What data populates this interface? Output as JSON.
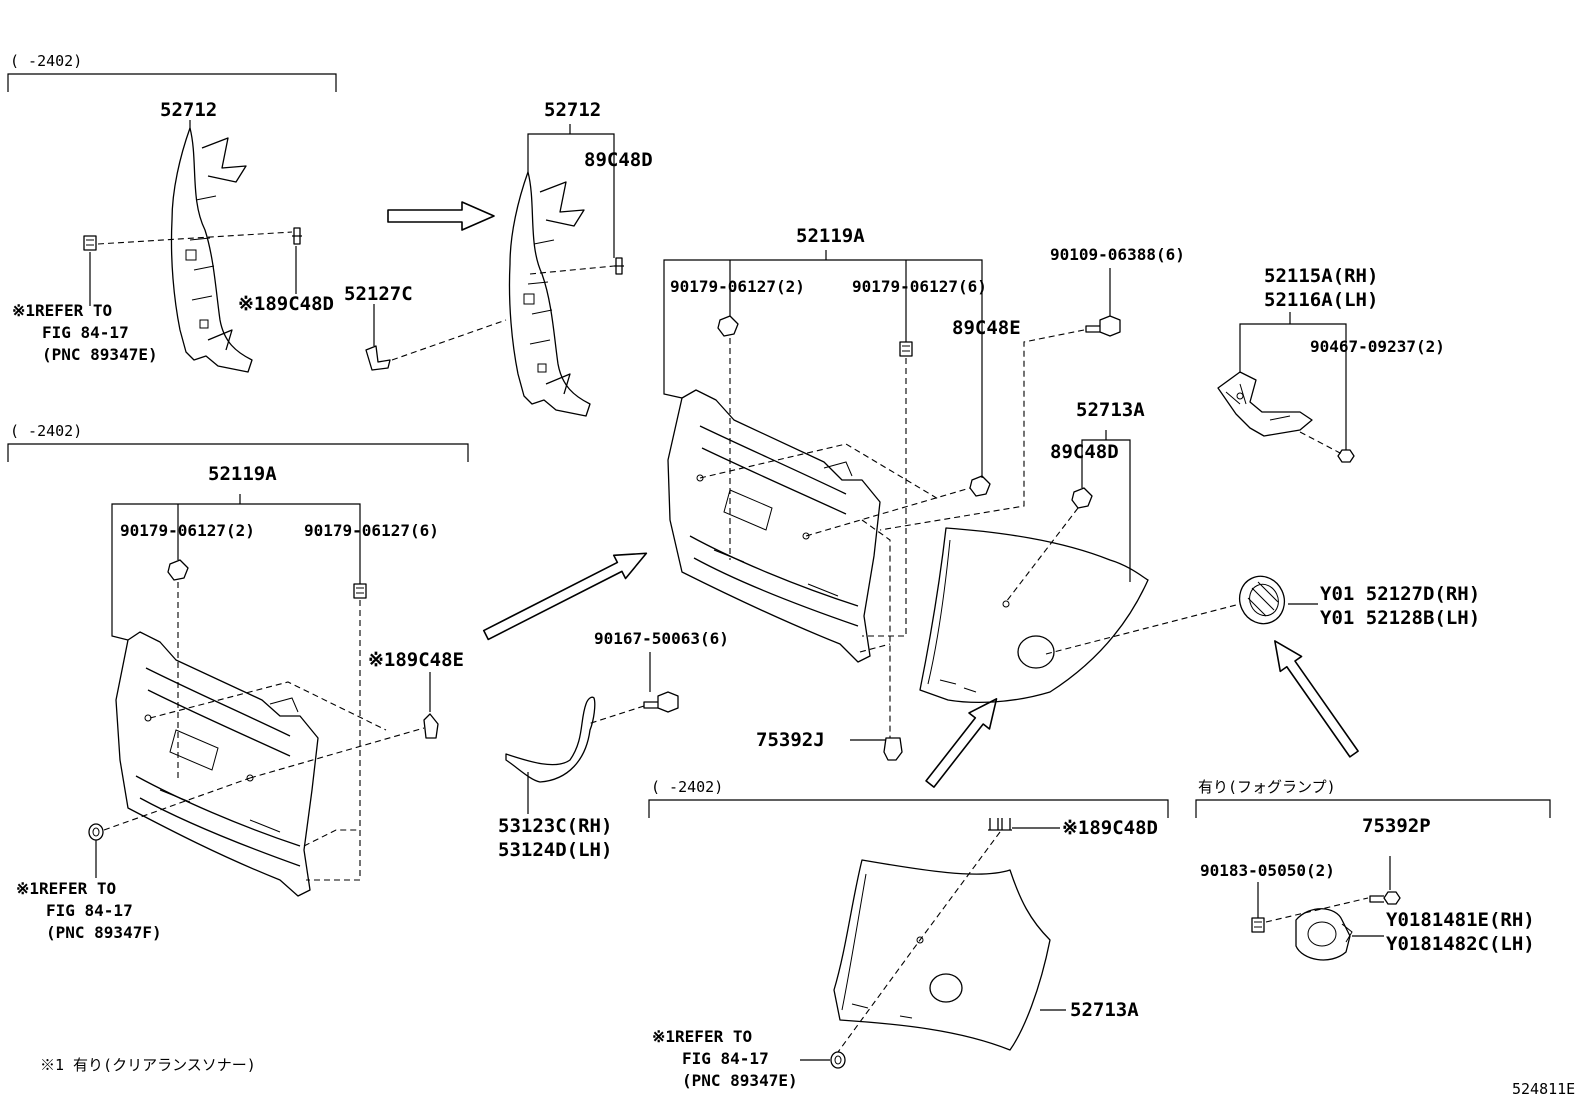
{
  "diagram": {
    "figure_id": "524811E",
    "footnote": "※1 有り(クリアランスソナー)",
    "sections": {
      "top_left": {
        "bracket_label": "(     -2402)"
      },
      "mid_left": {
        "bracket_label": "(     -2402)"
      },
      "bottom_center": {
        "bracket_label": "(     -2402)"
      },
      "bottom_right": {
        "bracket_label": "有り(フォグランプ)"
      }
    },
    "labels": {
      "tl_52712": "52712",
      "tl_ref_1": "※1REFER TO",
      "tl_ref_2": "FIG 84-17",
      "tl_ref_3": "(PNC 89347E)",
      "tl_89c48d": "※189C48D",
      "tc_52712": "52712",
      "tc_89c48d": "89C48D",
      "tc_52127c": "52127C",
      "ml_52119a": "52119A",
      "ml_90179_2": "90179-06127(2)",
      "ml_90179_6": "90179-06127(6)",
      "ml_89c48e": "※189C48E",
      "ml_ref_1": "※1REFER TO",
      "ml_ref_2": "FIG 84-17",
      "ml_ref_3": "(PNC 89347F)",
      "c_52119a": "52119A",
      "c_90179_2": "90179-06127(2)",
      "c_90179_6": "90179-06127(6)",
      "c_89c48e": "89C48E",
      "c_90109": "90109-06388(6)",
      "c_52713a": "52713A",
      "c_89c48d": "89C48D",
      "c_90167": "90167-50063(6)",
      "c_53123c": "53123C(RH)",
      "c_53124d": "53124D(LH)",
      "c_75392j": "75392J",
      "r_52115a": "52115A(RH)",
      "r_52116a": "52116A(LH)",
      "r_90467": "90467-09237(2)",
      "r_52127d": "Y01 52127D(RH)",
      "r_52128b": "Y01 52128B(LH)",
      "b_89c48d": "※189C48D",
      "b_52713a": "52713A",
      "b_ref_1": "※1REFER TO",
      "b_ref_2": "FIG 84-17",
      "b_ref_3": "(PNC 89347E)",
      "br_75392p": "75392P",
      "br_90183": "90183-05050(2)",
      "br_y0181481e": "Y0181481E(RH)",
      "br_y0181482c": "Y0181482C(LH)"
    }
  }
}
